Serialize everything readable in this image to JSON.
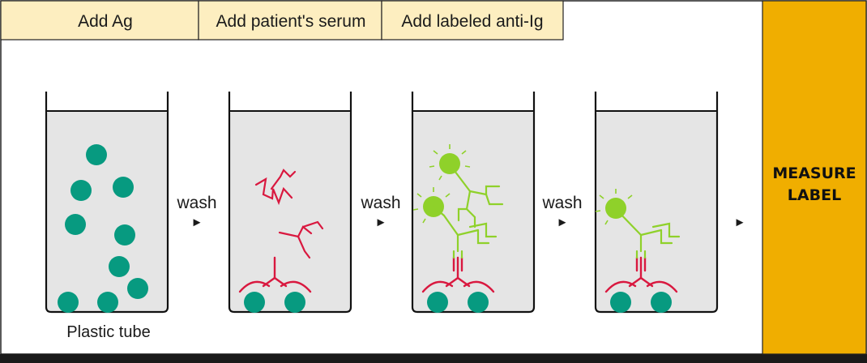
{
  "headers": [
    "Add Ag",
    "Add patient's serum",
    "Add labeled anti-Ig"
  ],
  "wash_label": "wash",
  "arrow_glyph": "►",
  "tube_caption": "Plastic tube",
  "measure": {
    "line1": "MEASURE",
    "line2": "LABEL"
  },
  "colors": {
    "header_fill": "#fdeec0",
    "measure_fill": "#f0ae00",
    "tube_fill": "#e5e5e5",
    "antigen": "#079a80",
    "antibody_red": "#d9183f",
    "anti_ig_green": "#8fd12a"
  }
}
